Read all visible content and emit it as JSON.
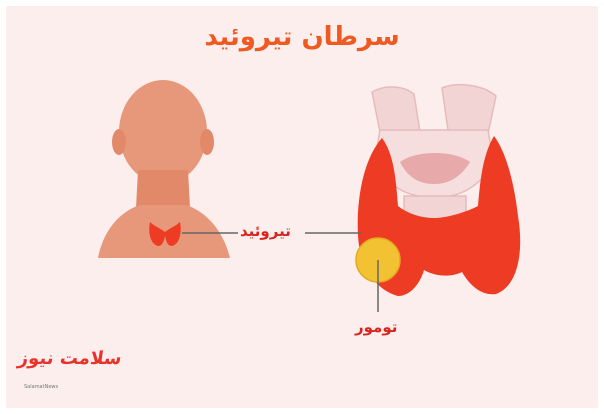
{
  "title": "سرطان تیروئید",
  "labels": {
    "thyroid": "تیروئید",
    "tumor": "تومور"
  },
  "logo": {
    "main": "سلامت نیوز",
    "sub": "SalamatNews"
  },
  "colors": {
    "background": "#fbeeed",
    "accent": "#ef5a22",
    "label": "#d8261f",
    "skin": "#e8987a",
    "thyroid": "#ee3b24",
    "tumor": "#f3c232",
    "cartilage": "#f1d4d3"
  }
}
